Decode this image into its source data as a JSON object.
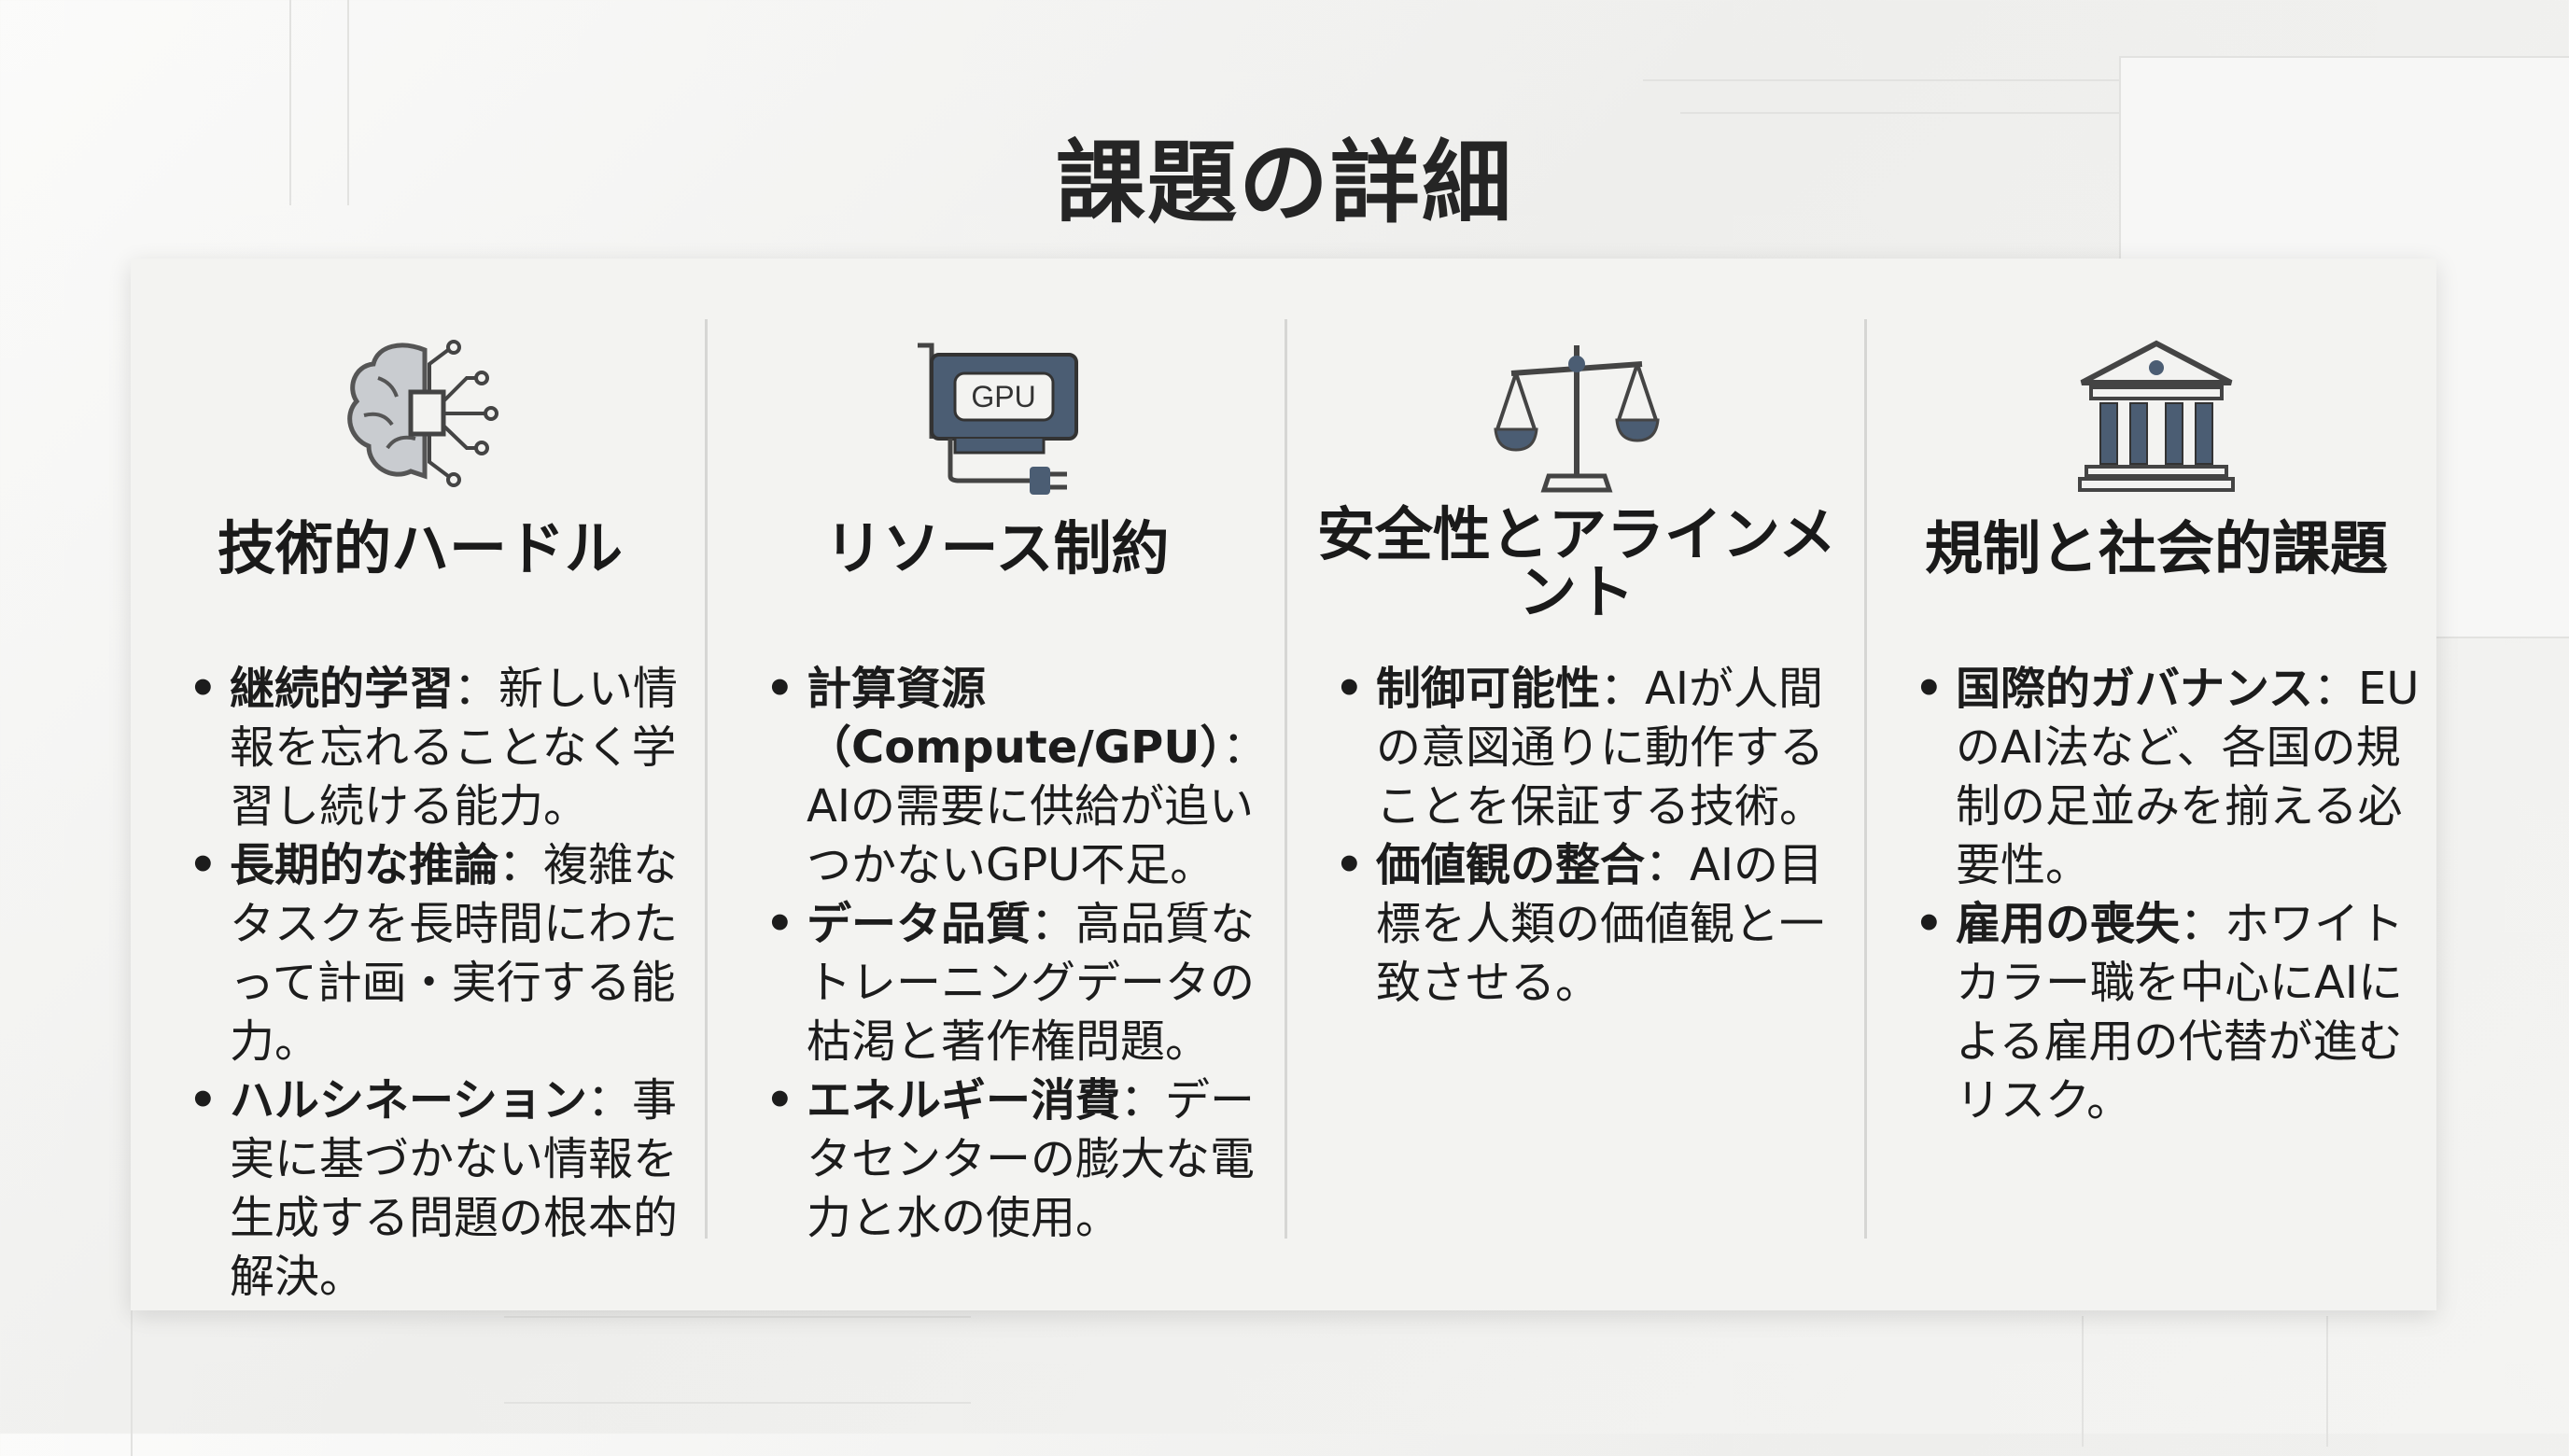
{
  "title": "課題の詳細",
  "colors": {
    "icon_fill": "#4b5d73",
    "icon_stroke": "#4a4a4a",
    "text": "#1a1a1a",
    "card": "#f3f3f1"
  },
  "columns": [
    {
      "icon": "brain-circuit-icon",
      "heading": "技術的ハードル",
      "items": [
        {
          "term": "継続的学習",
          "desc": "：新しい情報を忘れることなく学習し続ける能力。"
        },
        {
          "term": "長期的な推論",
          "desc": "：複雑なタスクを長時間にわたって計画・実行する能力。"
        },
        {
          "term": "ハルシネーション",
          "desc": "：事実に基づかない情報を生成する問題の根本的解決。"
        }
      ]
    },
    {
      "icon": "gpu-card-icon",
      "icon_label": "GPU",
      "heading": "リソース制約",
      "items": [
        {
          "term": "計算資源（Compute/GPU）",
          "desc": "：AIの需要に供給が追いつかないGPU不足。"
        },
        {
          "term": "データ品質",
          "desc": "：高品質なトレーニングデータの枯渇と著作権問題。"
        },
        {
          "term": "エネルギー消費",
          "desc": "：データセンターの膨大な電力と水の使用。"
        }
      ]
    },
    {
      "icon": "balance-scale-icon",
      "heading": "安全性とアラインメント",
      "items": [
        {
          "term": "制御可能性",
          "desc": "：AIが人間の意図通りに動作することを保証する技術。"
        },
        {
          "term": "価値観の整合",
          "desc": "：AIの目標を人類の価値観と一致させる。"
        }
      ]
    },
    {
      "icon": "government-building-icon",
      "heading": "規制と社会的課題",
      "items": [
        {
          "term": "国際的ガバナンス",
          "desc": "：EUのAI法など、各国の規制の足並みを揃える必要性。"
        },
        {
          "term": "雇用の喪失",
          "desc": "：ホワイトカラー職を中心にAIによる雇用の代替が進むリスク。"
        }
      ]
    }
  ]
}
